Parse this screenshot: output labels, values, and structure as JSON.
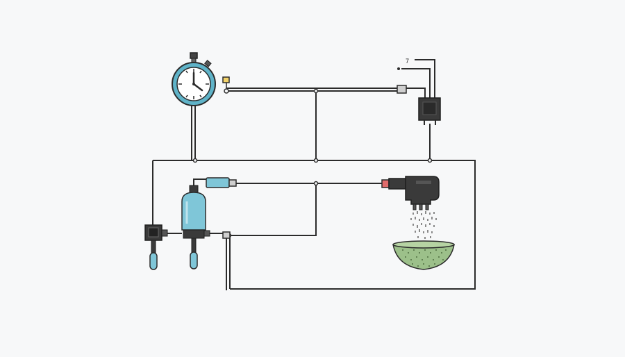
{
  "diagram": {
    "labels": {
      "top_right_label": "7"
    },
    "colors": {
      "background": "#f7f8f9",
      "line": "#2b2b2b",
      "clock_ring": "#5fb3c8",
      "water_blue": "#7fc6d8",
      "valve_dark": "#3a3a3a",
      "sensor_yellow": "#f3d36a",
      "sensor_red": "#e06b6b",
      "bowl_green": "#9cc08a",
      "drip_gray": "#8a8a8a"
    },
    "components": {
      "timer": "stopwatch-clock",
      "relay": "relay-switch",
      "filter": "water-filter-canister",
      "valve_left": "solenoid-valve",
      "sprayer": "spray-nozzle",
      "basin": "plant-bowl"
    }
  }
}
